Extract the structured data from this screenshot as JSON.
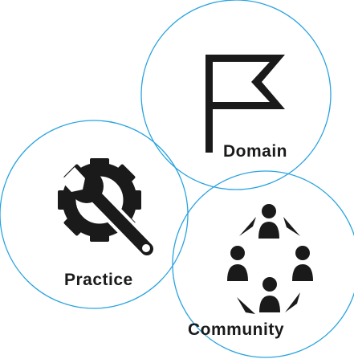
{
  "circles": [
    {
      "id": "domain",
      "label": "Domain",
      "icon": "flag-icon"
    },
    {
      "id": "practice",
      "label": "Practice",
      "icon": "wrench-gear-icon"
    },
    {
      "id": "community",
      "label": "Community",
      "icon": "people-circle-icon"
    }
  ],
  "colors": {
    "circle_stroke": "#29a3e0",
    "icon_fill": "#1a1a1a",
    "label_text": "#1a1a1a",
    "background": "#ffffff"
  }
}
